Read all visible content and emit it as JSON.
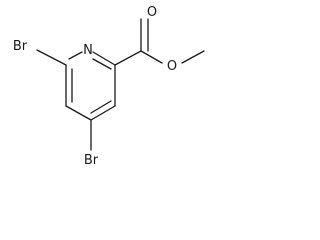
{
  "molecule": {
    "atoms": {
      "br1": "Br",
      "br2": "Br",
      "n": "N",
      "o_carbonyl": "O",
      "o_ester": "O"
    }
  }
}
